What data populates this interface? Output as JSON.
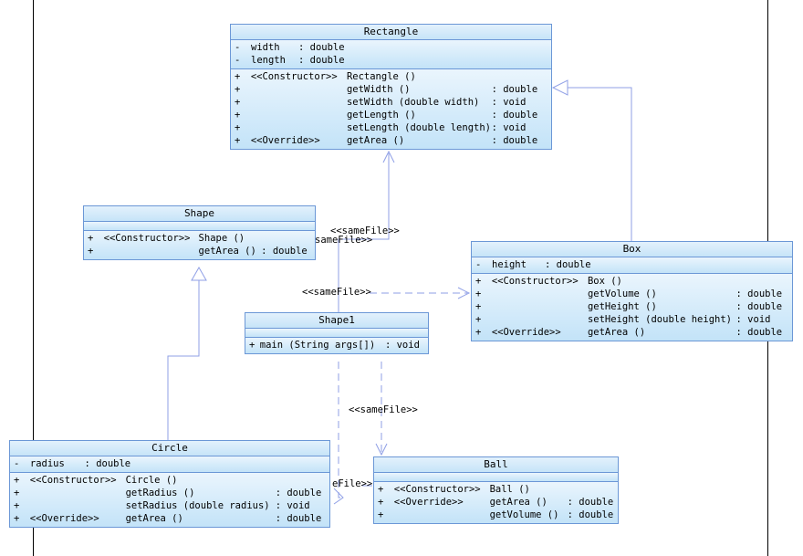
{
  "stereotype": "<<sameFile>>",
  "stereotype_partial_1": "sameFile>>",
  "stereotype_partial_2": "eFile>>",
  "classes": {
    "rectangle": {
      "name": "Rectangle",
      "attributes": [
        {
          "vis": "-",
          "name": "width",
          "type": ": double"
        },
        {
          "vis": "-",
          "name": "length",
          "type": ": double"
        }
      ],
      "operations": [
        {
          "vis": "+",
          "stereo": "<<Constructor>>",
          "name": "Rectangle ()",
          "type": ""
        },
        {
          "vis": "+",
          "stereo": "",
          "name": "getWidth ()",
          "type": ": double"
        },
        {
          "vis": "+",
          "stereo": "",
          "name": "setWidth (double width)",
          "type": ": void"
        },
        {
          "vis": "+",
          "stereo": "",
          "name": "getLength ()",
          "type": ": double"
        },
        {
          "vis": "+",
          "stereo": "",
          "name": "setLength (double length)",
          "type": ": void"
        },
        {
          "vis": "+",
          "stereo": "<<Override>>",
          "name": "getArea ()",
          "type": ": double"
        }
      ]
    },
    "shape": {
      "name": "Shape",
      "attributes": [],
      "operations": [
        {
          "vis": "+",
          "stereo": "<<Constructor>>",
          "name": "Shape ()",
          "type": ""
        },
        {
          "vis": "+",
          "stereo": "",
          "name": "getArea ()",
          "type": ": double"
        }
      ]
    },
    "box": {
      "name": "Box",
      "attributes": [
        {
          "vis": "-",
          "name": "height",
          "type": ": double"
        }
      ],
      "operations": [
        {
          "vis": "+",
          "stereo": "<<Constructor>>",
          "name": "Box ()",
          "type": ""
        },
        {
          "vis": "+",
          "stereo": "",
          "name": "getVolume ()",
          "type": ": double"
        },
        {
          "vis": "+",
          "stereo": "",
          "name": "getHeight ()",
          "type": ": double"
        },
        {
          "vis": "+",
          "stereo": "",
          "name": "setHeight (double height)",
          "type": ": void"
        },
        {
          "vis": "+",
          "stereo": "<<Override>>",
          "name": "getArea ()",
          "type": ": double"
        }
      ]
    },
    "shape1": {
      "name": "Shape1",
      "attributes": [],
      "operations": [
        {
          "vis": "+",
          "stereo": "",
          "name": "main (String args[])",
          "type": ": void"
        }
      ]
    },
    "circle": {
      "name": "Circle",
      "attributes": [
        {
          "vis": "-",
          "name": "radius",
          "type": ": double"
        }
      ],
      "operations": [
        {
          "vis": "+",
          "stereo": "<<Constructor>>",
          "name": "Circle ()",
          "type": ""
        },
        {
          "vis": "+",
          "stereo": "",
          "name": "getRadius ()",
          "type": ": double"
        },
        {
          "vis": "+",
          "stereo": "",
          "name": "setRadius (double radius)",
          "type": ": void"
        },
        {
          "vis": "+",
          "stereo": "<<Override>>",
          "name": "getArea ()",
          "type": ": double"
        }
      ]
    },
    "ball": {
      "name": "Ball",
      "attributes": [],
      "operations": [
        {
          "vis": "+",
          "stereo": "<<Constructor>>",
          "name": "Ball ()",
          "type": ""
        },
        {
          "vis": "+",
          "stereo": "<<Override>>",
          "name": "getArea ()",
          "type": ": double"
        },
        {
          "vis": "+",
          "stereo": "",
          "name": "getVolume ()",
          "type": ": double"
        }
      ]
    }
  },
  "colors": {
    "class_border": "#6b97d6",
    "connector": "#8f9fe6",
    "page_border": "#000000"
  }
}
